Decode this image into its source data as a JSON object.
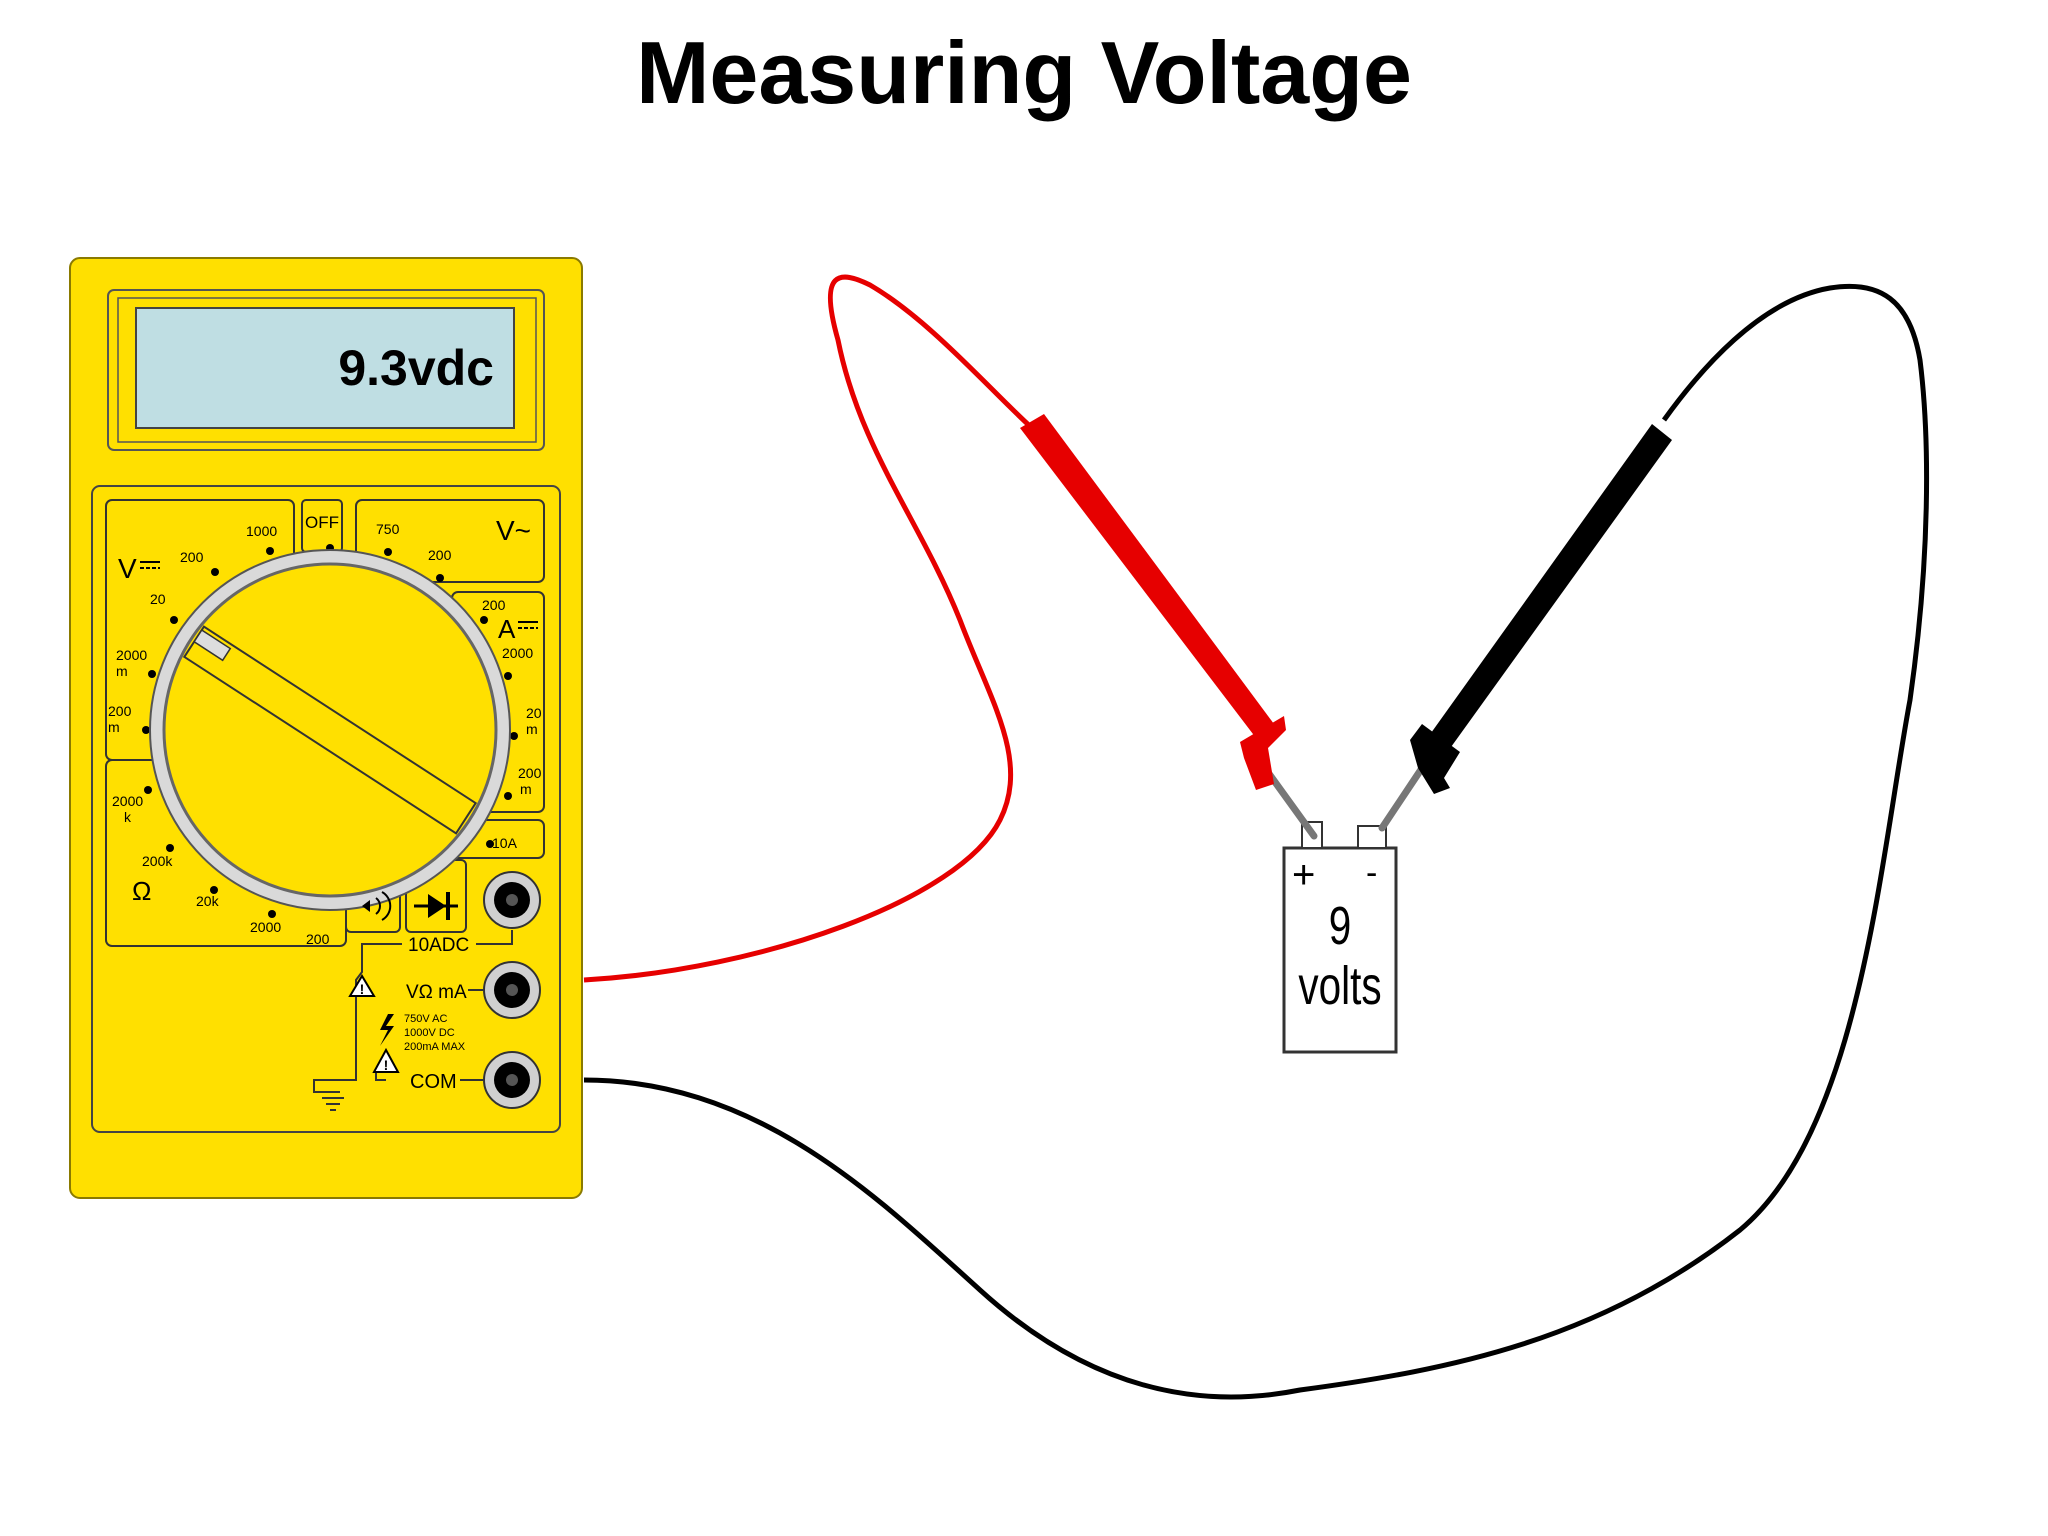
{
  "title": "Measuring Voltage",
  "multimeter": {
    "display_reading": "9.3vdc",
    "body_color": "#FFE000",
    "display_color": "#BFDEE3",
    "dial": {
      "off": "OFF",
      "dc_volts_symbol": "V",
      "ac_volts_symbol": "V~",
      "dc_amps_symbol": "A",
      "ohms_symbol": "Ω",
      "ranges_dcv": [
        "1000",
        "200",
        "20",
        "2000\nm",
        "200\nm"
      ],
      "ranges_acv": [
        "750",
        "200"
      ],
      "ranges_dca": [
        "200",
        "2000",
        "20\nm",
        "200\nm",
        "10A"
      ],
      "ranges_ohm": [
        "2000\nk",
        "200k",
        "20k",
        "2000",
        "200"
      ]
    },
    "jacks": {
      "amps_10": "10ADC",
      "v_ohm_ma": "VΩ mA",
      "warning_lines": [
        "750V AC",
        "1000V DC",
        "200mA MAX"
      ],
      "com": "COM"
    }
  },
  "battery": {
    "plus": "+",
    "minus": "-",
    "value": "9",
    "unit": "volts"
  },
  "colors": {
    "red_lead": "#E60000",
    "black_lead": "#000000"
  }
}
